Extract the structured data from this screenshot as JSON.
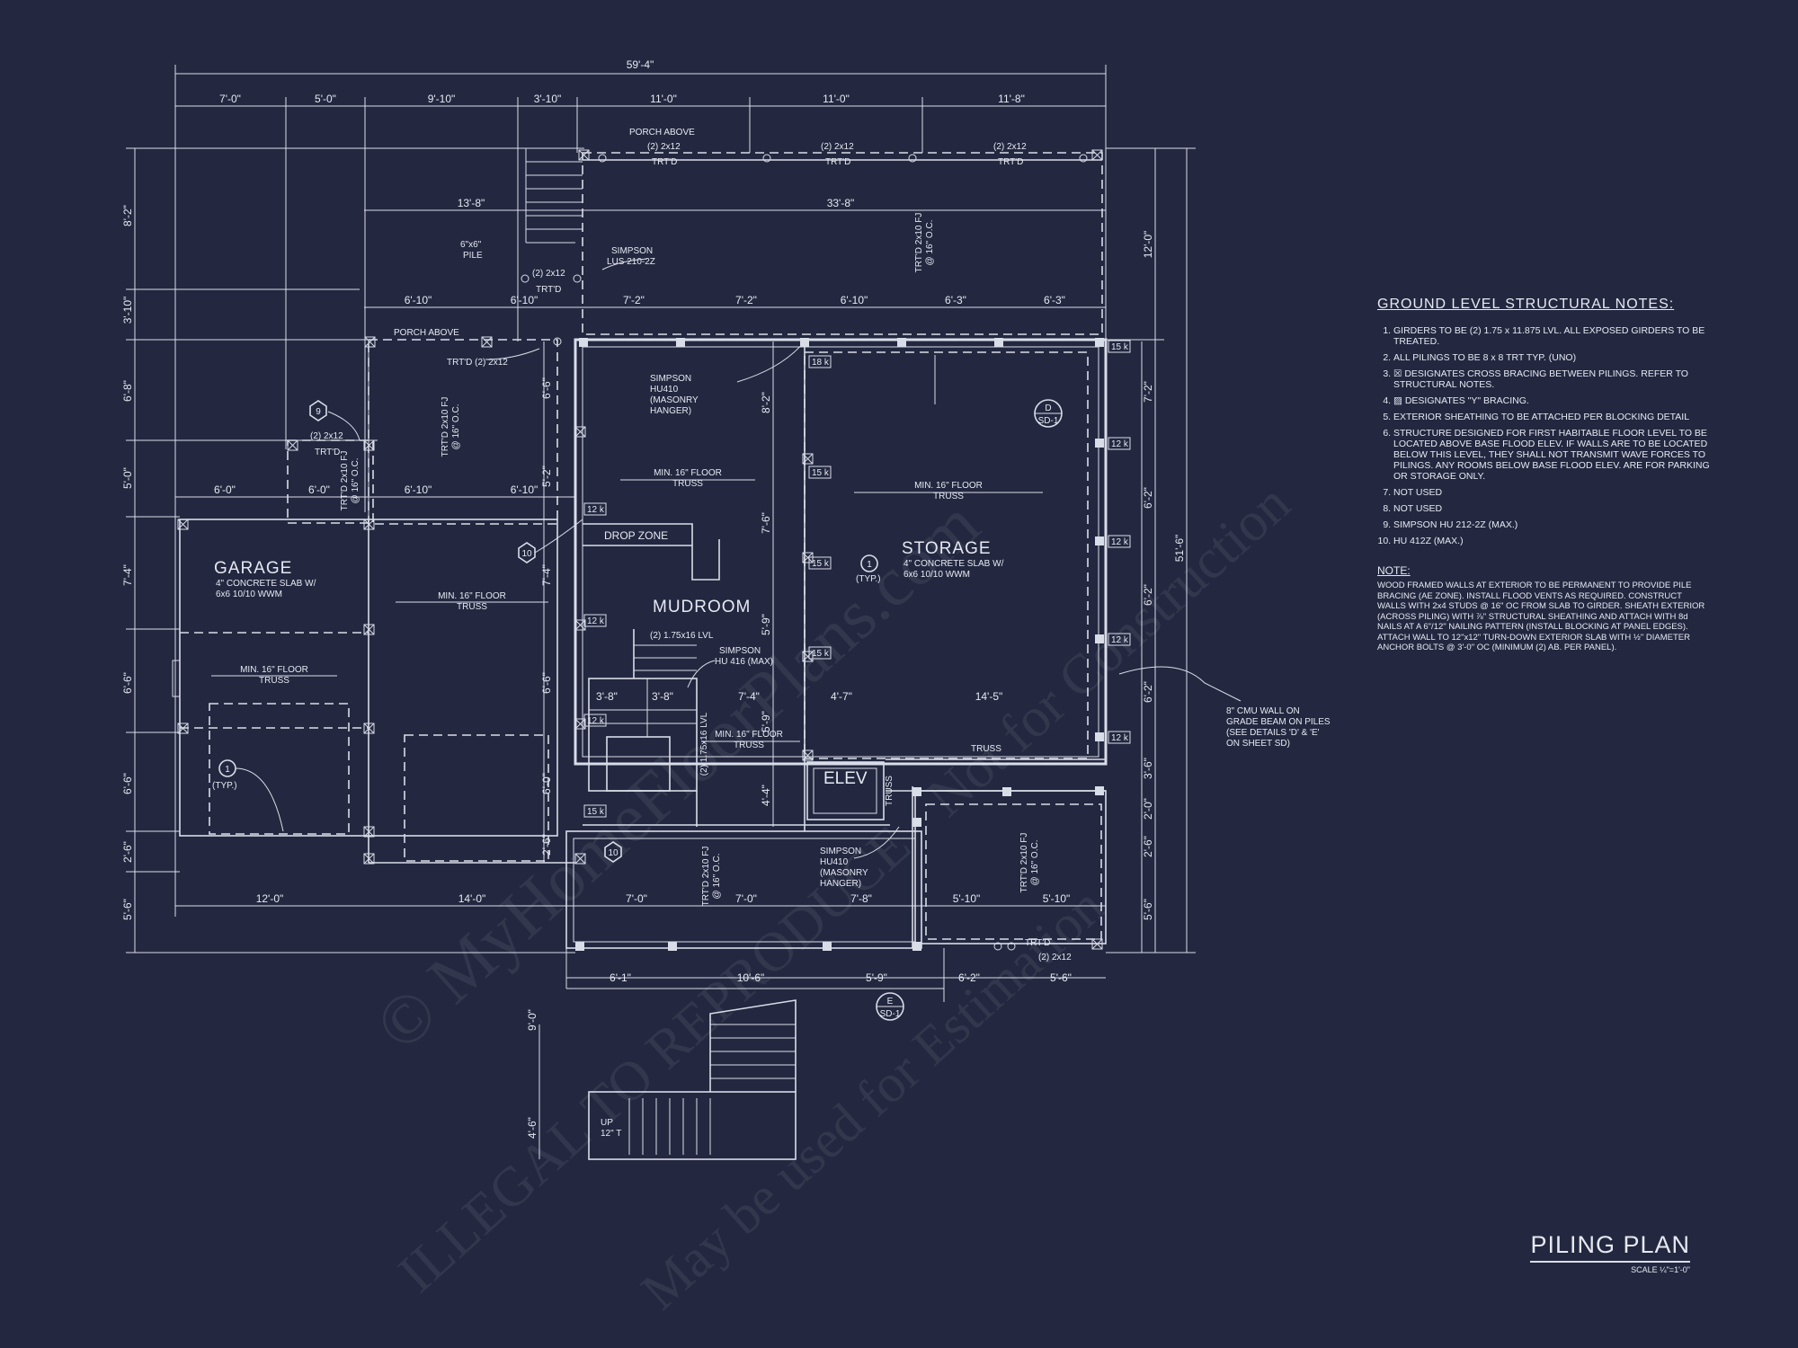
{
  "sheet": {
    "title": "PILING PLAN",
    "scale": "SCALE ¼\"=1'-0\""
  },
  "watermark": {
    "line1": "© MyHomeFloorPlans.com",
    "line2": "ILLEGAL TO REPRODUCE · Not for Construction",
    "line3": "May be used for Estimation"
  },
  "rooms": {
    "garage": "GARAGE",
    "garage_slab": [
      "4\" CONCRETE SLAB W/",
      "6x6 10/10 WWM"
    ],
    "mudroom": "MUDROOM",
    "storage": "STORAGE",
    "storage_slab": [
      "4\" CONCRETE SLAB W/",
      "6x6 10/10 WWM"
    ],
    "elev": "ELEV",
    "drop_zone": "DROP ZONE"
  },
  "plan_labels": {
    "porch_above_top": "PORCH ABOVE",
    "porch_above_left": "PORCH ABOVE",
    "trtd": "TRT'D",
    "two_2x12": "(2) 2x12",
    "trtd_2_2x12": "TRT'D (2) 2x12",
    "pile": [
      "6\"x6\"",
      "PILE"
    ],
    "simpson_lus": [
      "SIMPSON",
      "LUS 210-2Z"
    ],
    "simpson_hu410": [
      "SIMPSON",
      "HU410",
      "(MASONRY",
      "HANGER)"
    ],
    "simpson_hu416": [
      "SIMPSON",
      "HU 416 (MAX)"
    ],
    "lvl": "(2) 1.75x16 LVL",
    "lvl_vertical": "(2) 1.75x16 LVL",
    "floor_truss": [
      "MIN. 16\" FLOOR",
      "TRUSS"
    ],
    "truss": "TRUSS",
    "fj": [
      "TRT'D 2x10 FJ",
      "@ 16\" O.C."
    ],
    "typ": "(TYP.)",
    "up": "UP",
    "up_count": "12\" T",
    "cmu_note": [
      "8\" CMU WALL ON",
      "GRADE BEAM ON PILES",
      "(SEE DETAILS 'D' & 'E'",
      "ON SHEET SD)"
    ],
    "tag_d": [
      "D",
      "SD-1"
    ],
    "tag_e": [
      "E",
      "SD-1"
    ],
    "hex_9": "9",
    "hex_10": "10",
    "circle_1": "1",
    "k12": "12 k",
    "k15": "15 k",
    "k18": "18 k"
  },
  "dimensions": {
    "overall_top": "59'-4\"",
    "top_row": [
      "7'-0\"",
      "5'-0\"",
      "9'-10\"",
      "3'-10\"",
      "11'-0\"",
      "11'-0\"",
      "11'-8\""
    ],
    "porch_row": [
      "13'-8\"",
      "33'-8\""
    ],
    "row3": [
      "6'-10\"",
      "6'-10\"",
      "7'-2\"",
      "7'-2\"",
      "6'-10\"",
      "6'-3\"",
      "6'-3\""
    ],
    "row4": [
      "6'-0\"",
      "6'-0\"",
      "6'-10\"",
      "6'-10\""
    ],
    "bottom_row": [
      "12'-0\"",
      "14'-0\"",
      "7'-0\"",
      "7'-0\"",
      "7'-8\"",
      "5'-10\"",
      "5'-10\""
    ],
    "stair_row": [
      "3'-8\"",
      "3'-8\"",
      "7'-4\"",
      "4'-7\"",
      "14'-5\""
    ],
    "below_row": [
      "6'-1\"",
      "10'-6\"",
      "5'-9\"",
      "6'-2\"",
      "5'-6\""
    ],
    "left_col": [
      "8'-2\"",
      "3'-10\"",
      "6'-8\"",
      "5'-0\"",
      "7'-4\"",
      "6'-6\"",
      "6'-6\"",
      "2'-6\"",
      "5'-6\""
    ],
    "right_col": [
      "12'-0\"",
      "7'-2\"",
      "6'-2\"",
      "6'-2\"",
      "6'-2\"",
      "3'-6\"",
      "2'-0\"",
      "2'-6\"",
      "5'-6\""
    ],
    "overall_right": "51'-6\"",
    "inner_col": [
      "6'-6\"",
      "5'-2\"",
      "7'-4\"",
      "6'-6\"",
      "6'-0\"",
      "2'-6\""
    ],
    "mid_col": [
      "8'-2\"",
      "7'-6\"",
      "5'-9\"",
      "5'-9\"",
      "4'-4\""
    ],
    "stair_col": [
      "9'-0\"",
      "4'-6\""
    ]
  },
  "notes": {
    "heading": "GROUND LEVEL STRUCTURAL NOTES:",
    "items": [
      "GIRDERS TO BE (2) 1.75 x 11.875 LVL. ALL EXPOSED GIRDERS TO BE TREATED.",
      "ALL PILINGS TO BE 8 x 8 TRT TYP. (UNO)",
      "☒ DESIGNATES CROSS BRACING BETWEEN PILINGS. REFER TO STRUCTURAL NOTES.",
      "▨ DESIGNATES \"Y\" BRACING.",
      "EXTERIOR SHEATHING TO BE ATTACHED PER BLOCKING DETAIL",
      "STRUCTURE DESIGNED FOR FIRST HABITABLE FLOOR LEVEL TO BE LOCATED ABOVE BASE FLOOD ELEV. IF WALLS ARE TO BE LOCATED BELOW THIS LEVEL, THEY SHALL NOT TRANSMIT WAVE FORCES TO PILINGS. ANY ROOMS BELOW BASE FLOOD ELEV. ARE FOR PARKING OR STORAGE ONLY.",
      "NOT USED",
      "NOT USED",
      "SIMPSON HU 212-2Z (MAX.)",
      "HU 412Z (MAX.)"
    ],
    "note_heading": "NOTE:",
    "note_text": "WOOD FRAMED WALLS AT EXTERIOR TO BE PERMANENT TO PROVIDE PILE BRACING (AE ZONE). INSTALL FLOOD VENTS AS REQUIRED. CONSTRUCT WALLS WITH 2x4 STUDS @ 16\" OC FROM SLAB TO GIRDER. SHEATH EXTERIOR (ACROSS PILING) WITH ⅞\" STRUCTURAL SHEATHING AND ATTACH WITH 8d NAILS AT A 6\"/12\" NAILING PATTERN (INSTALL BLOCKING AT PANEL EDGES). ATTACH WALL TO 12\"x12\" TURN-DOWN EXTERIOR SLAB WITH ½\" DIAMETER ANCHOR BOLTS @ 3'-0\" OC (MINIMUM (2) AB. PER PANEL)."
  }
}
